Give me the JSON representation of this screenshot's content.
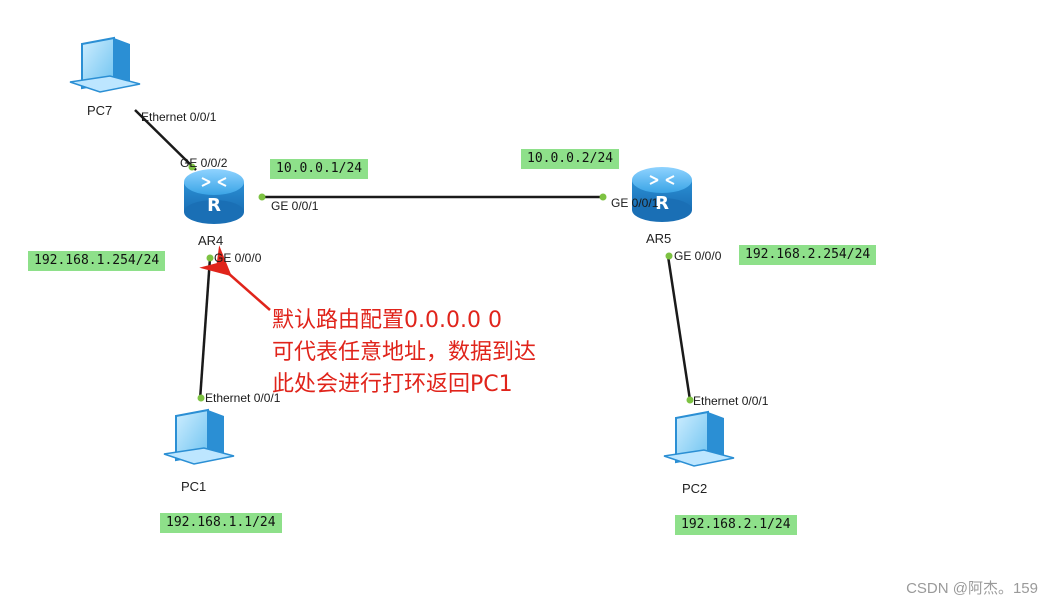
{
  "devices": {
    "pc7": "PC7",
    "ar4": "AR4",
    "ar5": "AR5",
    "pc1": "PC1",
    "pc2": "PC2"
  },
  "ports": {
    "pc7_eth": "Ethernet 0/0/1",
    "ar4_ge002": "GE 0/0/2",
    "ar4_ge001": "GE 0/0/1",
    "ar5_ge001": "GE 0/0/1",
    "ar4_ge000": "GE 0/0/0",
    "ar5_ge000": "GE 0/0/0",
    "pc1_eth": "Ethernet 0/0/1",
    "pc2_eth": "Ethernet 0/0/1"
  },
  "ip_labels": {
    "ar4_wan": "10.0.0.1/24",
    "ar5_wan": "10.0.0.2/24",
    "ar4_lan": "192.168.1.254/24",
    "ar5_lan": "192.168.2.254/24",
    "pc1": "192.168.1.1/24",
    "pc2": "192.168.2.1/24"
  },
  "annotation": {
    "lines": [
      "默认路由配置0.0.0.0  0",
      "可代表任意地址，数据到达",
      "此处会进行打环返回PC1"
    ],
    "color": "#e0241b"
  },
  "watermark": "CSDN @阿杰。159",
  "colors": {
    "ip_bg": "#8ee08a",
    "link": "#1a1a1a",
    "port_dot": "#7dc242",
    "router": "#2e9be0"
  }
}
